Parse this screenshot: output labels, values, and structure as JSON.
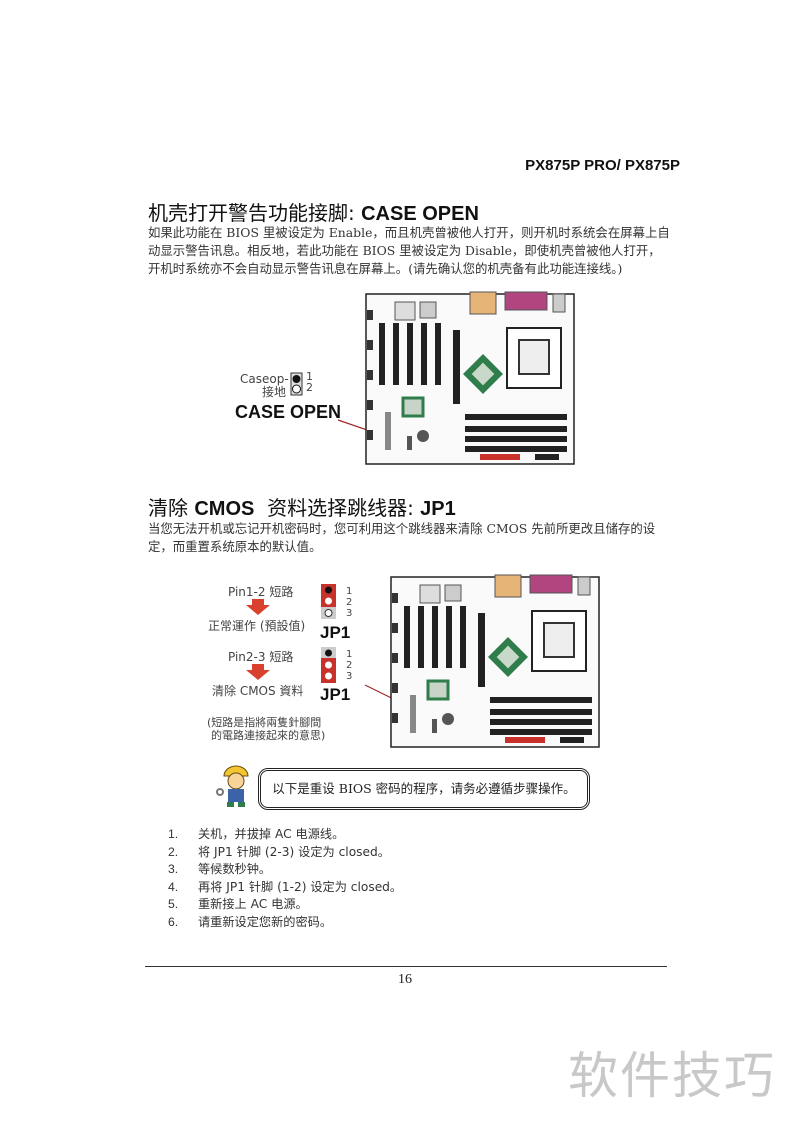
{
  "header": {
    "model": "PX875P PRO/ PX875P"
  },
  "case_open": {
    "title_cn": "机壳打开警告功能接脚: ",
    "title_en": "CASE OPEN",
    "paragraph": [
      "如果此功能在 BIOS 里被设定为 Enable，而且机壳曾被他人打开，则开机时系统会在屏幕上自",
      "动显示警告讯息。相反地，若此功能在 BIOS 里被设定为 Disable，即使机壳曾被他人打开，",
      "开机时系统亦不会自动显示警告讯息在屏幕上。(请先确认您的机壳备有此功能连接线。)"
    ],
    "diagram": {
      "pin_label_1": "Caseop-",
      "pin_label_2": "接地",
      "pin_1": "1",
      "pin_2": "2",
      "caption": "CASE OPEN"
    }
  },
  "clear_cmos": {
    "title_cn_1": "清除 ",
    "title_en_1": "CMOS",
    "title_cn_2": "  资料选择跳线器: ",
    "title_en_2": "JP1",
    "paragraph": [
      "当您无法开机或忘记开机密码时，您可利用这个跳线器来清除 CMOS 先前所更改且储存的设",
      "定，而重置系统原本的默认值。"
    ],
    "diagram": {
      "setting1_label": "Pin1-2 短路",
      "setting1_result": "正常運作 (預設值)",
      "setting2_label": "Pin2-3 短路",
      "setting2_result": "清除 CMOS 資料",
      "jumper_name": "JP1",
      "pins": [
        "1",
        "2",
        "3"
      ],
      "note_line1": "(短路是指將兩隻針腳間",
      "note_line2": "的電路連接起來的意思)"
    },
    "callout": "以下是重设 BIOS 密码的程序，请务必遵循步骤操作。",
    "steps": [
      {
        "num": "1.",
        "text": "关机，并拔掉 AC 电源线。"
      },
      {
        "num": "2.",
        "text": "将 JP1 针脚 (2-3) 设定为 closed。"
      },
      {
        "num": "3.",
        "text": "等候数秒钟。"
      },
      {
        "num": "4.",
        "text": "再将 JP1 针脚 (1-2) 设定为 closed。"
      },
      {
        "num": "5.",
        "text": "重新接上 AC 电源。"
      },
      {
        "num": "6.",
        "text": "请重新设定您新的密码。"
      }
    ]
  },
  "footer": {
    "page_number": "16"
  },
  "watermark": "软件技巧",
  "colors": {
    "jumper_red": "#c8322a",
    "arrow_red": "#d9412e",
    "chip_green": "#2f7d4a",
    "pointer_line": "#a02828"
  }
}
